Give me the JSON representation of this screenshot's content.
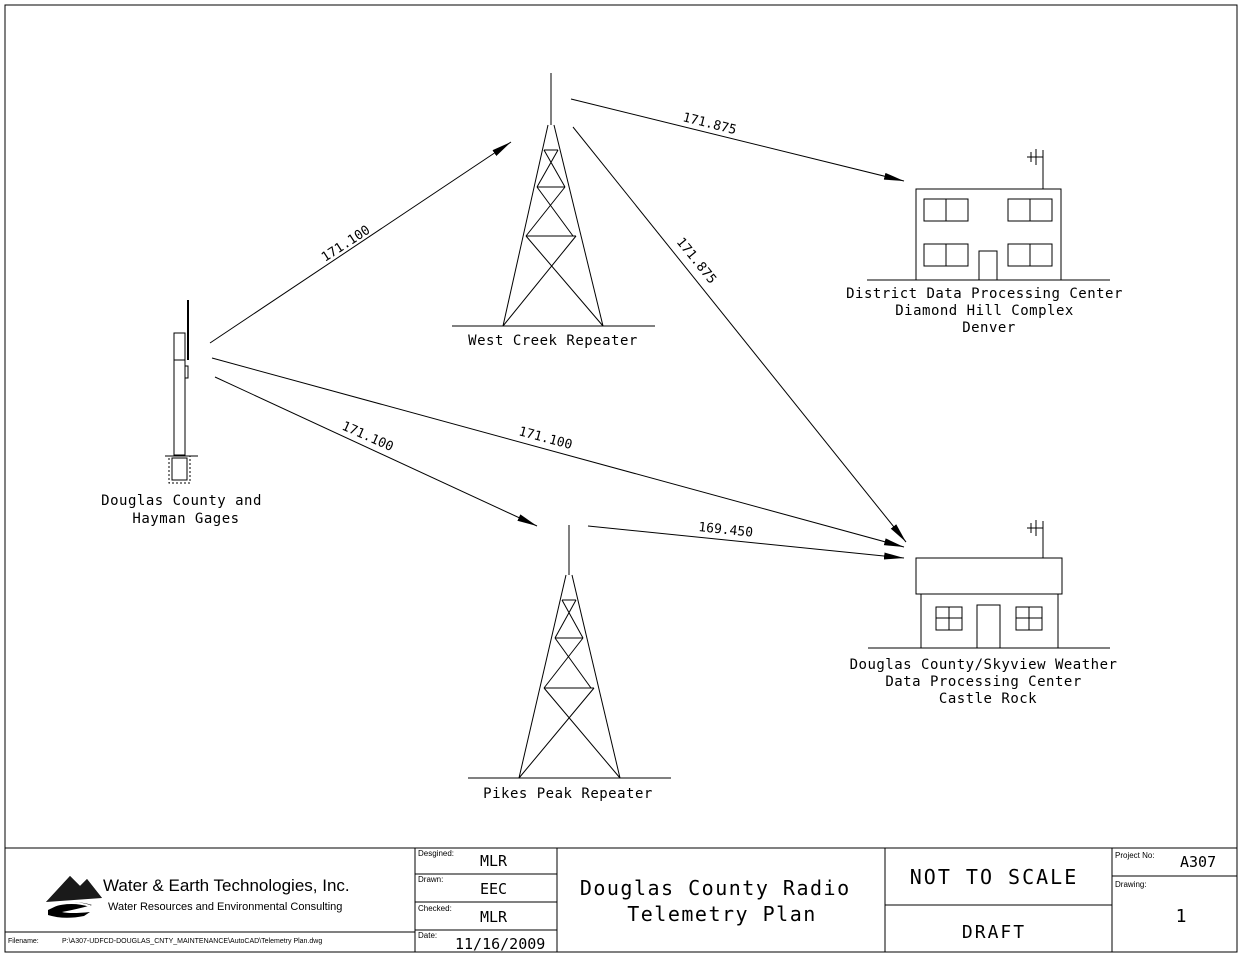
{
  "diagram": {
    "nodes": {
      "gages": [
        "Douglas County and",
        "Hayman Gages"
      ],
      "west_creek": [
        "West Creek Repeater"
      ],
      "district": [
        "District Data Processing Center",
        "Diamond Hill Complex",
        "Denver"
      ],
      "pikes": [
        "Pikes Peak Repeater"
      ],
      "skyview": [
        "Douglas County/Skyview Weather",
        "Data Processing Center",
        "Castle Rock"
      ]
    },
    "links": [
      {
        "from": "gages",
        "to": "west_creek",
        "freq": "171.100"
      },
      {
        "from": "west_creek",
        "to": "district",
        "freq": "171.875"
      },
      {
        "from": "west_creek",
        "to": "skyview",
        "freq": "171.875"
      },
      {
        "from": "gages",
        "to": "pikes",
        "freq": "171.100"
      },
      {
        "from": "gages",
        "to": "skyview",
        "freq": "171.100"
      },
      {
        "from": "pikes",
        "to": "skyview",
        "freq": "169.450"
      }
    ]
  },
  "title_block": {
    "company": "Water & Earth Technologies, Inc.",
    "tagline": "Water Resources and Environmental Consulting",
    "filename_label": "Filename:",
    "filename": "P:\\A307-UDFCD-DOUGLAS_CNTY_MAINTENANCE\\AutoCAD\\Telemetry Plan.dwg",
    "designed_label": "Desgined:",
    "designed": "MLR",
    "drawn_label": "Drawn:",
    "drawn": "EEC",
    "checked_label": "Checked:",
    "checked": "MLR",
    "date_label": "Date:",
    "date": "11/16/2009",
    "title_line1": "Douglas County Radio",
    "title_line2": "Telemetry Plan",
    "scale": "NOT TO SCALE",
    "status": "DRAFT",
    "project_label": "Project No:",
    "project_no": "A307",
    "drawing_label": "Drawing:",
    "drawing_no": "1"
  }
}
